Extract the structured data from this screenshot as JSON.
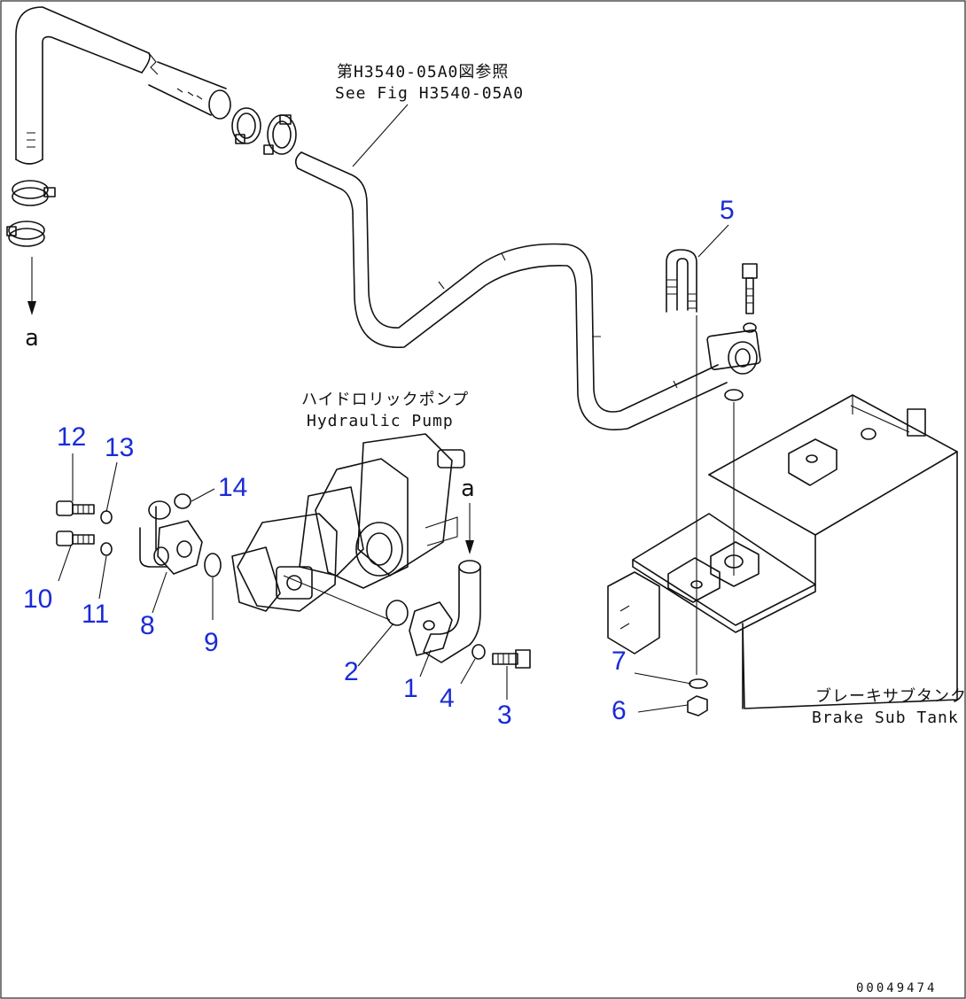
{
  "annotations": {
    "ref_jp": "第H3540-05A0図参照",
    "ref_en": "See Fig H3540-05A0",
    "pump_jp": "ハイドロリックポンプ",
    "pump_en": "Hydraulic Pump",
    "tank_jp": "ブレーキサブタンク",
    "tank_en": "Brake Sub Tank",
    "marker_a1": "a",
    "marker_a2": "a",
    "drawing_code": "00049474"
  },
  "callouts": [
    "1",
    "2",
    "3",
    "4",
    "5",
    "6",
    "7",
    "8",
    "9",
    "10",
    "11",
    "12",
    "13",
    "14"
  ]
}
